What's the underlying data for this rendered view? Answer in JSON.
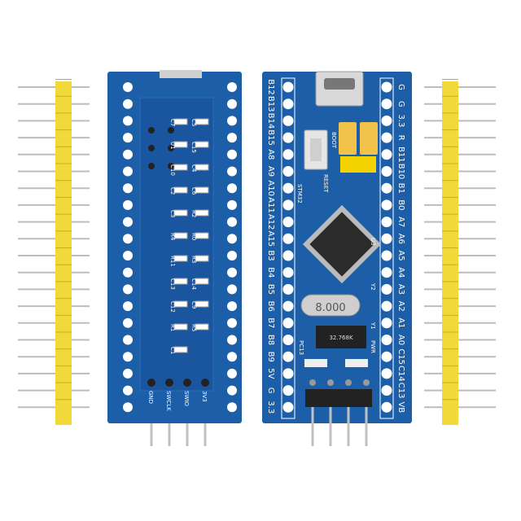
{
  "colors": {
    "pcb": "#1c5fa8",
    "pcb_dark": "#17508f",
    "header": "#f2d93a",
    "pin": "#c8c8c8",
    "silk": "#ffffff"
  },
  "front_board": {
    "left_labels": [
      "B12",
      "B13",
      "B14",
      "B15",
      "A8",
      "A9",
      "A10",
      "A11",
      "A12",
      "A15",
      "B3",
      "B4",
      "B5",
      "B6",
      "B7",
      "B8",
      "B9",
      "5V",
      "G",
      "3.3"
    ],
    "right_labels": [
      "G",
      "G",
      "3.3",
      "R",
      "B11",
      "B10",
      "B1",
      "B0",
      "A7",
      "A6",
      "A5",
      "A4",
      "A3",
      "A2",
      "A1",
      "A0",
      "C15",
      "C14",
      "C13",
      "VB"
    ],
    "reset_label": "RESET",
    "boot_label": "BOOT",
    "mcu_label": "STM32",
    "crystal_label": "8.000",
    "rtc_crystal_label": "32.768K",
    "led_labels": [
      "PC13",
      "PWR"
    ],
    "u_label": "U3",
    "y_labels": [
      "Y2",
      "Y1"
    ]
  },
  "back_board": {
    "swd_labels": [
      "GND",
      "SWCLK",
      "SWIO",
      "3V3"
    ],
    "component_labels": [
      "C7",
      "C5",
      "U1",
      "C15",
      "C10",
      "C4",
      "C2",
      "C6",
      "C3",
      "R2",
      "R4",
      "R0",
      "R11",
      "R3",
      "C13",
      "C14",
      "C12",
      "C9",
      "R1",
      "R5",
      "C1"
    ]
  }
}
